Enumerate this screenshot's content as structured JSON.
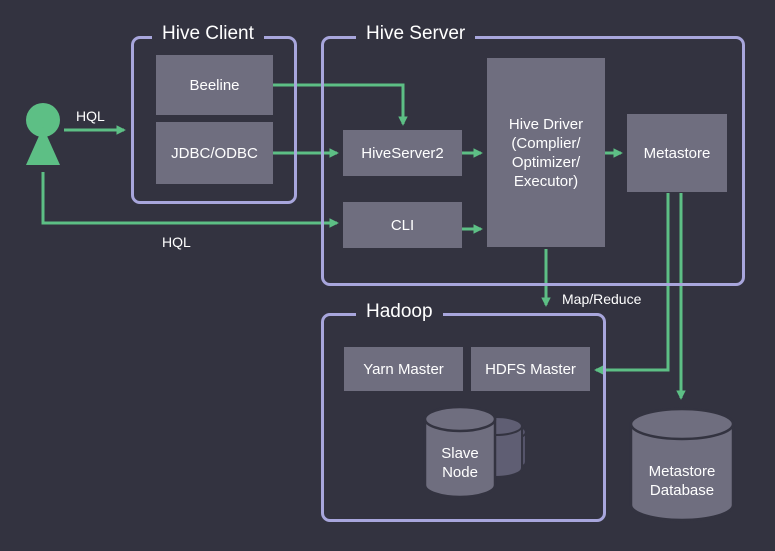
{
  "groups": {
    "hive_client": "Hive Client",
    "hive_server": "Hive Server",
    "hadoop": "Hadoop"
  },
  "client": {
    "beeline": "Beeline",
    "jdbc_odbc": "JDBC/ODBC"
  },
  "server": {
    "hiveserver2": "HiveServer2",
    "cli": "CLI",
    "driver_line1": "Hive Driver",
    "driver_line2": "(Complier/",
    "driver_line3": "Optimizer/",
    "driver_line4": "Executor)",
    "metastore": "Metastore"
  },
  "hadoop": {
    "yarn_master": "Yarn Master",
    "hdfs_master": "HDFS Master",
    "slave_line1": "Slave",
    "slave_line2": "Node"
  },
  "database": {
    "line1": "Metastore",
    "line2": "Database"
  },
  "edges": {
    "hql_top": "HQL",
    "hql_bottom": "HQL",
    "map_reduce": "Map/Reduce"
  },
  "colors": {
    "background": "#333340",
    "group_border": "#a8a6dc",
    "box": "#6f6e7f",
    "arrow": "#5dbf85",
    "user": "#5dbf85"
  },
  "icons": {
    "user": "user-icon"
  }
}
